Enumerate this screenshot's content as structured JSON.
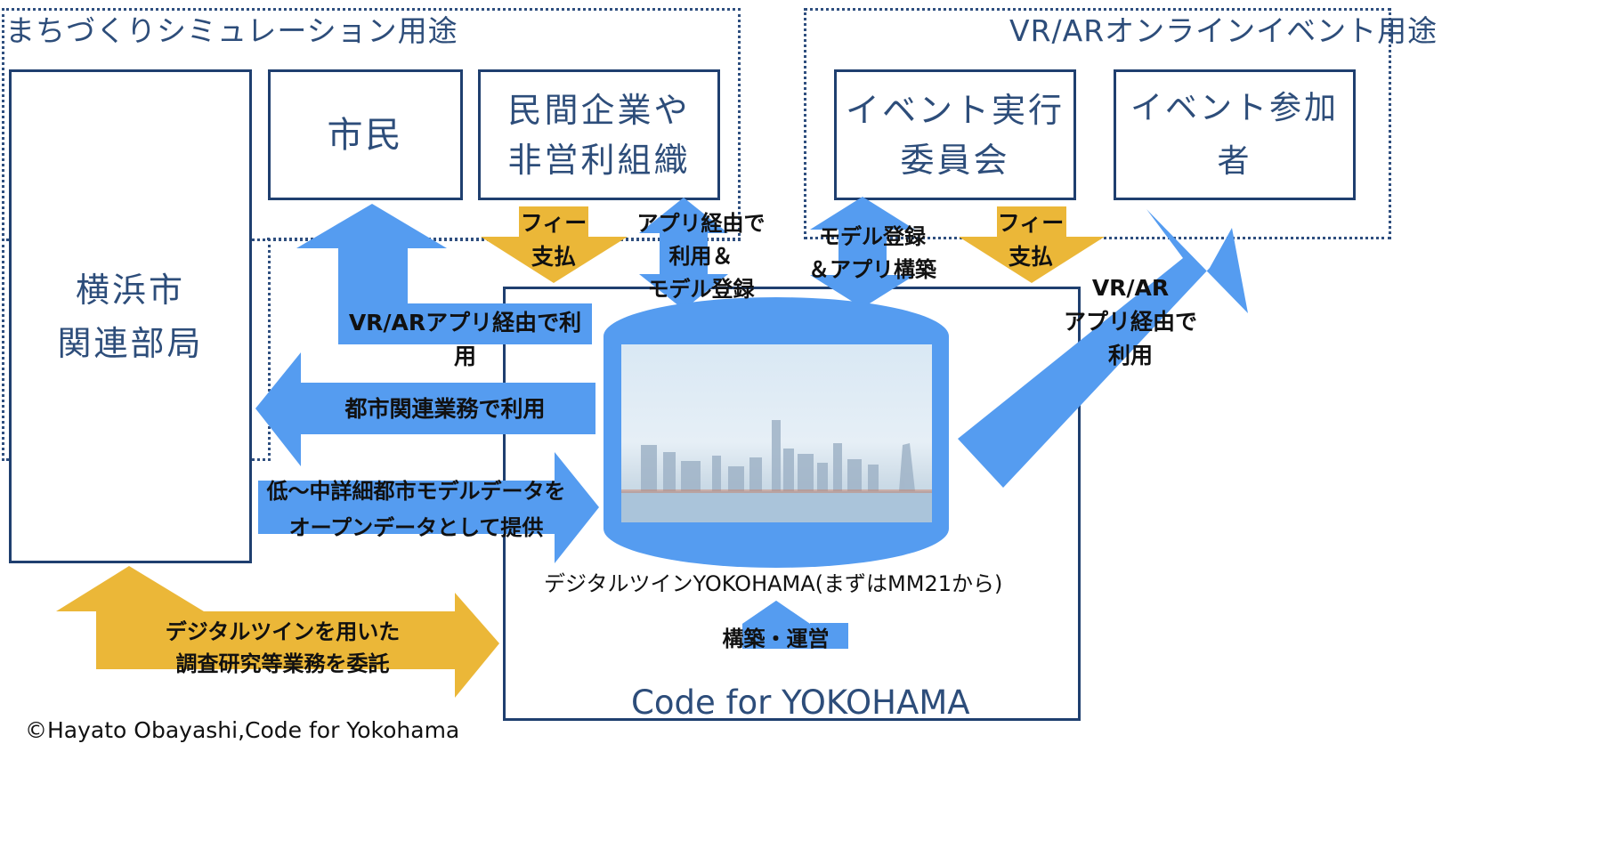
{
  "regions": {
    "machidukuri_label": "まちづくりシミュレーション用途",
    "vrar_label": "VR/ARオンラインイベント用途"
  },
  "boxes": {
    "yokohama_city": "横浜市\n関連部局",
    "citizens": "市民",
    "private_orgs": "民間企業や\n非営利組織",
    "event_committee": "イベント実行\n委員会",
    "event_participants": "イベント参加者"
  },
  "arrows": {
    "fee_payment_left": "フィー\n支払",
    "app_use_model_reg": "アプリ経由で\n利用＆\nモデル登録",
    "model_reg_app_build": "モデル登録\n＆アプリ構築",
    "fee_payment_right": "フィー\n支払",
    "vrar_app_use_citizens": "VR/ARアプリ経由で利用",
    "vrar_app_use_participants": "VR/AR\nアプリ経由で\n利用",
    "city_business_use": "都市関連業務で利用",
    "open_data": "低〜中詳細都市モデルデータを\nオープンデータとして提供",
    "build_operate": "構築・運営",
    "commission": "デジタルツインを用いた\n調査研究等業務を委託"
  },
  "core": {
    "digital_twin_caption": "デジタルツインYOKOHAMA(まずはMM21から)",
    "org_name": "Code for YOKOHAMA"
  },
  "footer": {
    "copyright": "©Hayato Obayashi,Code for Yokohama"
  },
  "colors": {
    "blue_arrow": "#559cf0",
    "gold_arrow": "#ebb738",
    "box_border": "#1f3f6f",
    "text_navy": "#2d4d7a"
  }
}
